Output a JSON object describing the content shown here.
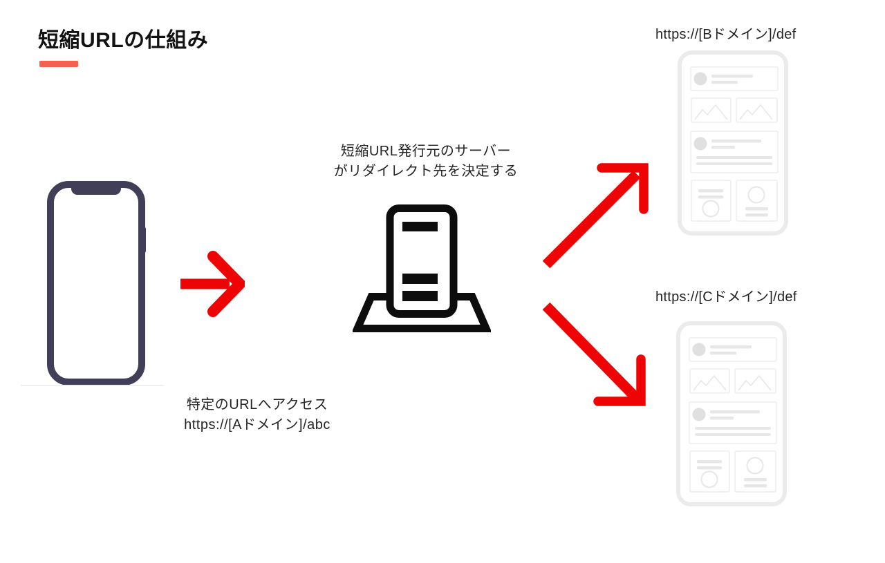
{
  "title": "短縮URLの仕組み",
  "colors": {
    "accent": "#f6614f",
    "arrow_red": "#ee0404",
    "phone_frame": "#413f58",
    "wireframe_gray": "#e9e9e9",
    "icon_black": "#0d0d0d"
  },
  "client": {
    "icon": "smartphone-icon",
    "caption": [
      "特定のURLへアクセス",
      "https://[Aドメイン]/abc"
    ]
  },
  "server": {
    "icon": "server-icon",
    "caption": [
      "短縮URL発行元のサーバー",
      "がリダイレクト先を決定する"
    ]
  },
  "destinations": [
    {
      "id": "B",
      "url": "https://[Bドメイン]/def",
      "icon": "webpage-wireframe-icon"
    },
    {
      "id": "C",
      "url": "https://[Cドメイン]/def",
      "icon": "webpage-wireframe-icon"
    }
  ],
  "arrows": [
    "arrow-right-icon",
    "arrow-up-right-icon",
    "arrow-down-right-icon"
  ]
}
